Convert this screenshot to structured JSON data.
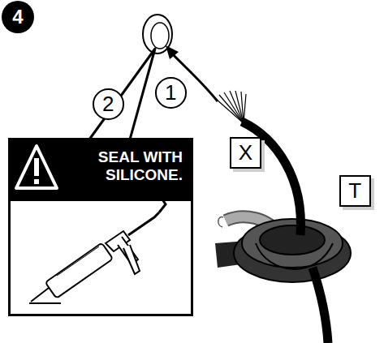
{
  "diagram": {
    "nodes": [
      {
        "text": [
          "4"
        ]
      },
      {
        "text": [
          "1"
        ]
      },
      {
        "text": [
          "2"
        ]
      },
      {
        "text": [
          "SEAL WITH SILICONE."
        ]
      },
      {
        "text": [
          "X"
        ]
      },
      {
        "text": [
          "T"
        ]
      }
    ]
  }
}
